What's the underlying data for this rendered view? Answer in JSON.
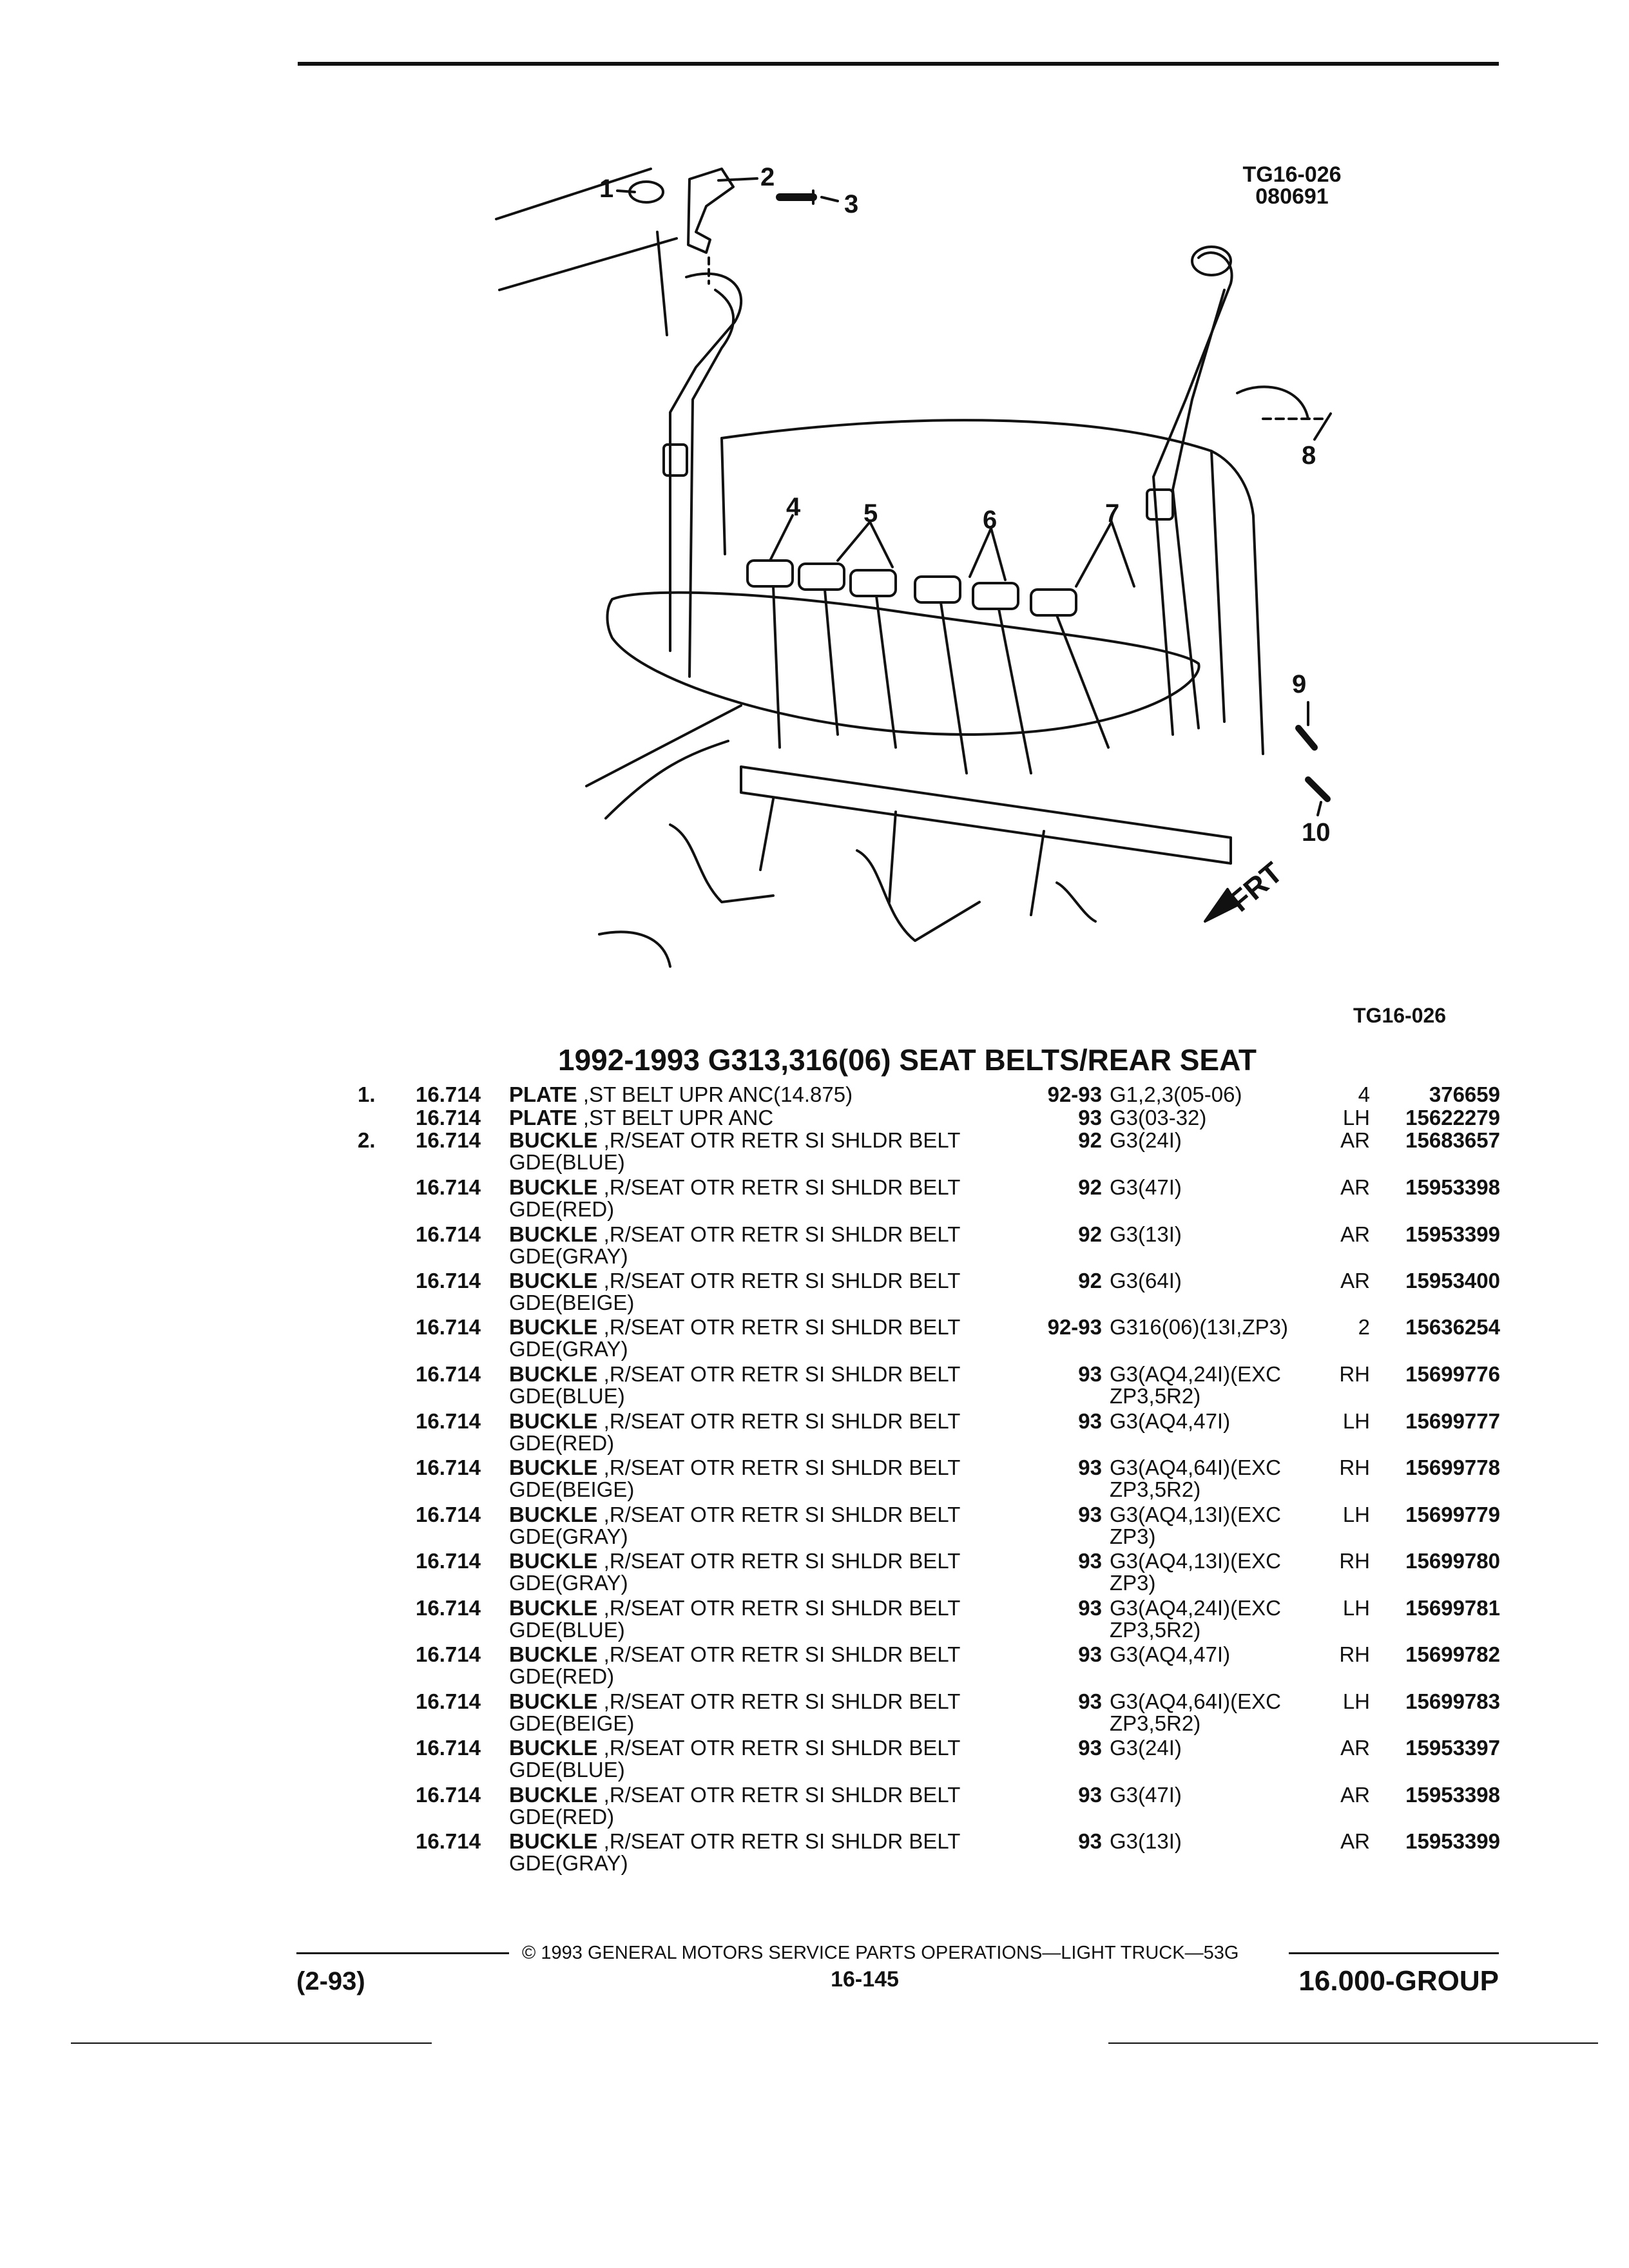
{
  "header": {
    "figure_code": "TG16-026",
    "figure_date": "080691",
    "figure_code_bottom": "TG16-026"
  },
  "illustration": {
    "callouts": [
      "1",
      "2",
      "3",
      "4",
      "5",
      "6",
      "7",
      "8",
      "9",
      "10"
    ],
    "direction_label": "FRT"
  },
  "title": "1992-1993 G313,316(06) SEAT BELTS/REAR SEAT",
  "parts": [
    {
      "item": "1.",
      "group": "16.714",
      "name": "PLATE",
      "desc": " ,ST BELT UPR ANC(14.875)",
      "desc2": "",
      "year": "92-93",
      "app": "G1,2,3(05-06)",
      "app2": "",
      "qty": "4",
      "part": "376659"
    },
    {
      "item": "",
      "group": "16.714",
      "name": "PLATE",
      "desc": " ,ST BELT UPR ANC",
      "desc2": "",
      "year": "93",
      "app": "G3(03-32)",
      "app2": "",
      "qty": "LH",
      "part": "15622279"
    },
    {
      "item": "2.",
      "group": "16.714",
      "name": "BUCKLE",
      "desc": " ,R/SEAT OTR RETR SI SHLDR BELT",
      "desc2": "GDE(BLUE)",
      "year": "92",
      "app": "G3(24I)",
      "app2": "",
      "qty": "AR",
      "part": "15683657"
    },
    {
      "item": "",
      "group": "16.714",
      "name": "BUCKLE",
      "desc": " ,R/SEAT OTR RETR SI SHLDR BELT",
      "desc2": "GDE(RED)",
      "year": "92",
      "app": "G3(47I)",
      "app2": "",
      "qty": "AR",
      "part": "15953398"
    },
    {
      "item": "",
      "group": "16.714",
      "name": "BUCKLE",
      "desc": " ,R/SEAT OTR RETR SI SHLDR BELT",
      "desc2": "GDE(GRAY)",
      "year": "92",
      "app": "G3(13I)",
      "app2": "",
      "qty": "AR",
      "part": "15953399"
    },
    {
      "item": "",
      "group": "16.714",
      "name": "BUCKLE",
      "desc": " ,R/SEAT OTR RETR SI SHLDR BELT",
      "desc2": "GDE(BEIGE)",
      "year": "92",
      "app": "G3(64I)",
      "app2": "",
      "qty": "AR",
      "part": "15953400"
    },
    {
      "item": "",
      "group": "16.714",
      "name": "BUCKLE",
      "desc": " ,R/SEAT OTR RETR SI SHLDR BELT",
      "desc2": "GDE(GRAY)",
      "year": "92-93",
      "app": "G316(06)(13I,ZP3)",
      "app2": "",
      "qty": "2",
      "part": "15636254"
    },
    {
      "item": "",
      "group": "16.714",
      "name": "BUCKLE",
      "desc": " ,R/SEAT OTR RETR SI SHLDR BELT",
      "desc2": "GDE(BLUE)",
      "year": "93",
      "app": "G3(AQ4,24I)(EXC",
      "app2": "ZP3,5R2)",
      "qty": "RH",
      "part": "15699776"
    },
    {
      "item": "",
      "group": "16.714",
      "name": "BUCKLE",
      "desc": " ,R/SEAT OTR RETR SI SHLDR BELT",
      "desc2": "GDE(RED)",
      "year": "93",
      "app": "G3(AQ4,47I)",
      "app2": "",
      "qty": "LH",
      "part": "15699777"
    },
    {
      "item": "",
      "group": "16.714",
      "name": "BUCKLE",
      "desc": " ,R/SEAT OTR RETR SI SHLDR BELT",
      "desc2": "GDE(BEIGE)",
      "year": "93",
      "app": "G3(AQ4,64I)(EXC",
      "app2": "ZP3,5R2)",
      "qty": "RH",
      "part": "15699778"
    },
    {
      "item": "",
      "group": "16.714",
      "name": "BUCKLE",
      "desc": " ,R/SEAT OTR RETR SI SHLDR BELT",
      "desc2": "GDE(GRAY)",
      "year": "93",
      "app": "G3(AQ4,13I)(EXC",
      "app2": "ZP3)",
      "qty": "LH",
      "part": "15699779"
    },
    {
      "item": "",
      "group": "16.714",
      "name": "BUCKLE",
      "desc": " ,R/SEAT OTR RETR SI SHLDR BELT",
      "desc2": "GDE(GRAY)",
      "year": "93",
      "app": "G3(AQ4,13I)(EXC",
      "app2": "ZP3)",
      "qty": "RH",
      "part": "15699780"
    },
    {
      "item": "",
      "group": "16.714",
      "name": "BUCKLE",
      "desc": " ,R/SEAT OTR RETR SI SHLDR BELT",
      "desc2": "GDE(BLUE)",
      "year": "93",
      "app": "G3(AQ4,24I)(EXC",
      "app2": "ZP3,5R2)",
      "qty": "LH",
      "part": "15699781"
    },
    {
      "item": "",
      "group": "16.714",
      "name": "BUCKLE",
      "desc": " ,R/SEAT OTR RETR SI SHLDR BELT",
      "desc2": "GDE(RED)",
      "year": "93",
      "app": "G3(AQ4,47I)",
      "app2": "",
      "qty": "RH",
      "part": "15699782"
    },
    {
      "item": "",
      "group": "16.714",
      "name": "BUCKLE",
      "desc": " ,R/SEAT OTR RETR SI SHLDR BELT",
      "desc2": "GDE(BEIGE)",
      "year": "93",
      "app": "G3(AQ4,64I)(EXC",
      "app2": "ZP3,5R2)",
      "qty": "LH",
      "part": "15699783"
    },
    {
      "item": "",
      "group": "16.714",
      "name": "BUCKLE",
      "desc": " ,R/SEAT OTR RETR SI SHLDR BELT",
      "desc2": "GDE(BLUE)",
      "year": "93",
      "app": "G3(24I)",
      "app2": "",
      "qty": "AR",
      "part": "15953397"
    },
    {
      "item": "",
      "group": "16.714",
      "name": "BUCKLE",
      "desc": " ,R/SEAT OTR RETR SI SHLDR BELT",
      "desc2": "GDE(RED)",
      "year": "93",
      "app": "G3(47I)",
      "app2": "",
      "qty": "AR",
      "part": "15953398"
    },
    {
      "item": "",
      "group": "16.714",
      "name": "BUCKLE",
      "desc": " ,R/SEAT OTR RETR SI SHLDR BELT",
      "desc2": "GDE(GRAY)",
      "year": "93",
      "app": "G3(13I)",
      "app2": "",
      "qty": "AR",
      "part": "15953399"
    }
  ],
  "footer": {
    "copyright": "© 1993 GENERAL MOTORS SERVICE PARTS OPERATIONS—LIGHT TRUCK—53G",
    "date_code": "(2-93)",
    "page_number": "16-145",
    "group": "16.000-GROUP"
  }
}
